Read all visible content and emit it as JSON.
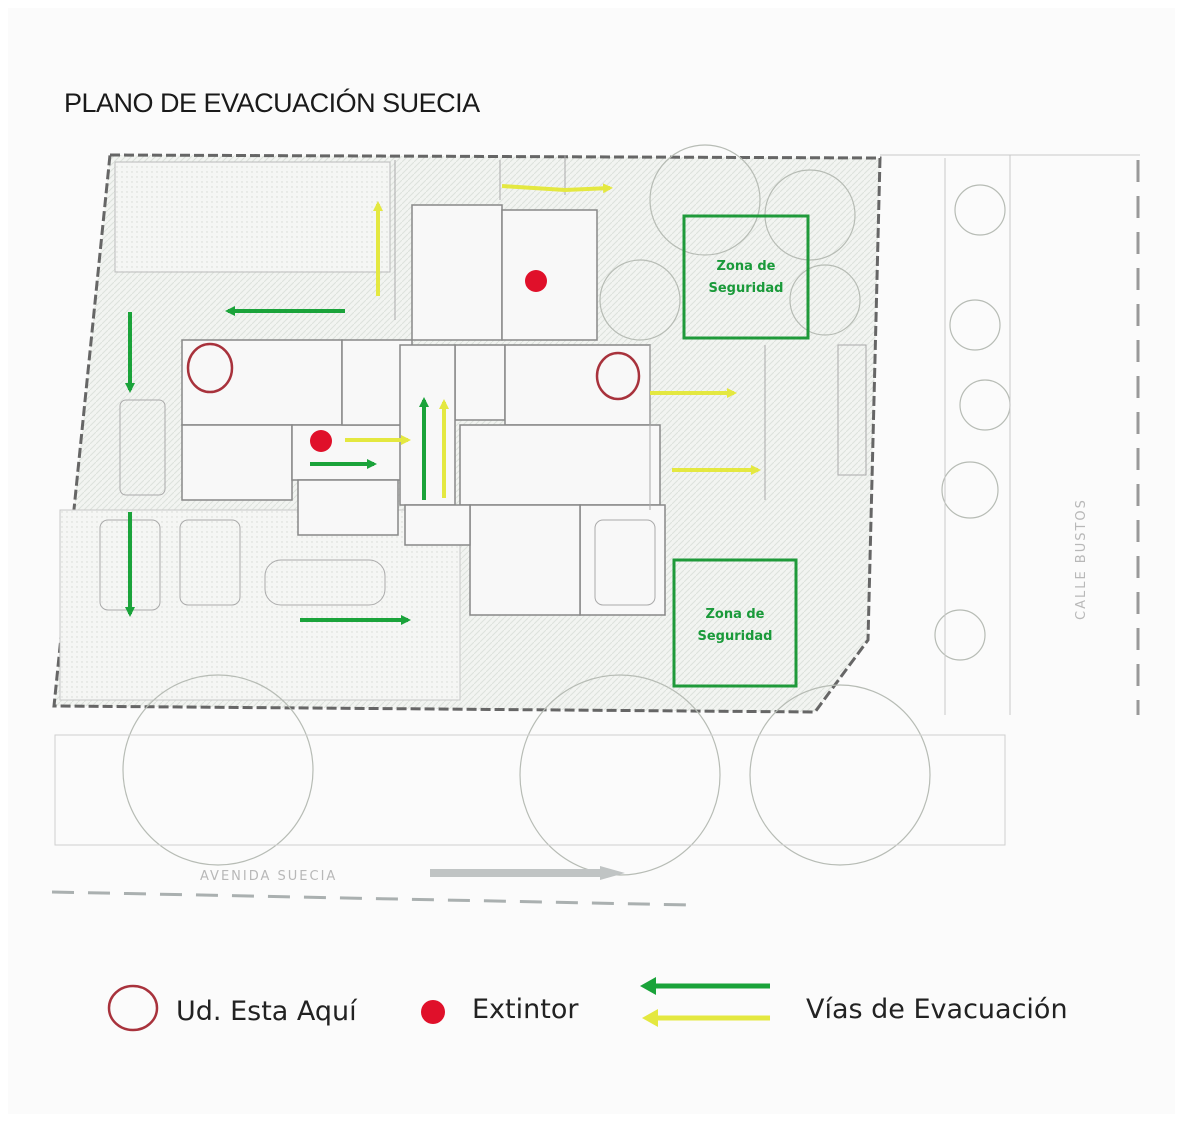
{
  "title": "PLANO DE EVACUACIÓN SUECIA",
  "map": {
    "street_bottom": "AVENIDA SUECIA",
    "street_right": "CALLE BUSTOS",
    "safety_zones": [
      {
        "line1": "Zona de",
        "line2": "Seguridad"
      },
      {
        "line1": "Zona de",
        "line2": "Seguridad"
      }
    ]
  },
  "legend": {
    "you_are_here": "Ud. Esta Aquí",
    "extinguisher": "Extintor",
    "evacuation_routes": "Vías de Evacuación"
  },
  "colors": {
    "route_green": "#1aa33a",
    "route_yellow": "#e4e840",
    "extinguisher": "#e0102a",
    "you_are_here": "#a8323c",
    "safety_zone": "#1f9a3a"
  }
}
